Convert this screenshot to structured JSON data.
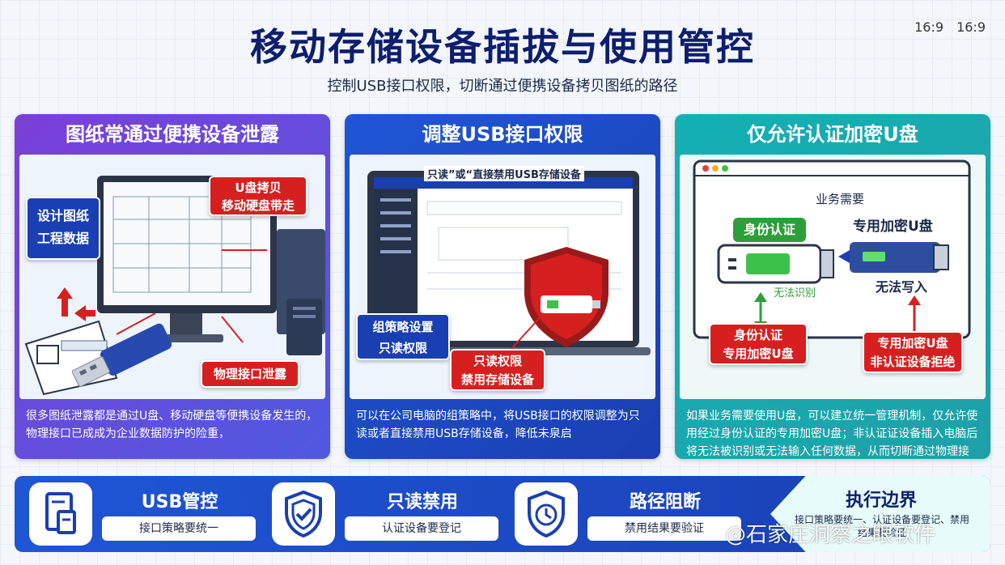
{
  "ratio": [
    "16:9",
    "16:9"
  ],
  "title": "移动存储设备插拔与使用管控",
  "subtitle": "控制USB接口权限，切断通过便携设备拷贝图纸的路径",
  "panels": [
    {
      "title": "图纸常通过便携设备泄露",
      "callouts": {
        "design": [
          "设计图纸",
          "工程数据"
        ],
        "usb_copy": [
          "U盘拷贝",
          "移动硬盘带走"
        ],
        "physical": "物理接口泄露"
      },
      "desc": "很多图纸泄露都是通过U盘、移动硬盘等便携设备发生的，物理接口已成成为企业数据防护的险重，"
    },
    {
      "title": "调整USB接口权限",
      "screen_header": "只读”或“直接禁用USB存储设备",
      "callouts": {
        "policy": [
          "组策略设置",
          "只读权限"
        ],
        "readonly": [
          "只读权限",
          "禁用存储设备"
        ]
      },
      "desc": "可以在公司电脑的组策略中，将USB接口的权限调整为只读或者直接禁用USB存储设备，降低未泉启"
    },
    {
      "title": "仅允许认证加密U盘",
      "diagram": {
        "need": "业务需要",
        "auth": "身份认证",
        "special": "专用加密U盘",
        "unrecognized": "无法识别",
        "cannot_write": "无法写入",
        "left_box": [
          "身份认证",
          "专用加密U盘"
        ],
        "right_box": [
          "专用加密U盘",
          "非认证设备拒绝"
        ]
      },
      "desc": "如果业务需要使用U盘，可以建立统一管理机制，仅允许使用经过身份认证的专用加密U盘；非认证证设备插入电脑后将无法被识别或无法输入任何数据，从而切断通过物理接口认证接口图加密路径；"
    }
  ],
  "bottom": {
    "cards": [
      {
        "label": "USB管控",
        "sub": "接口策略要统一"
      },
      {
        "label": "只读禁用",
        "sub": "认证设备要登记"
      },
      {
        "label": "路径阻断",
        "sub": "禁用结果要验证"
      }
    ],
    "edge": {
      "title": "执行边界",
      "sub": "接口策略要统一、认证设备要登记、禁用结果要验证"
    }
  },
  "watermark": "@石家庄洞察之眼软件"
}
